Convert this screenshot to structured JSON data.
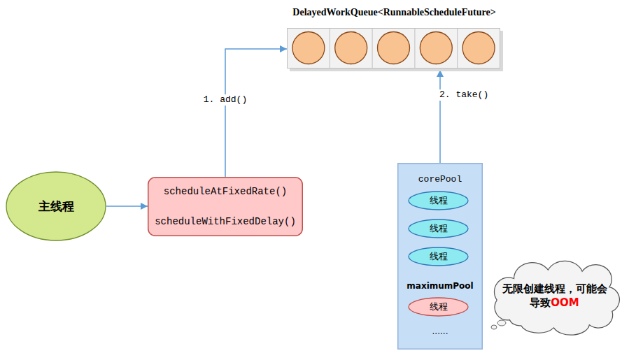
{
  "diagram": {
    "nodes": [
      {
        "text": [
          "DelayedWorkQueue<RunnableScheduleFuture>"
        ]
      },
      {
        "text": [
          "主线程"
        ]
      },
      {
        "text": [
          "scheduleAtFixedRate()",
          "scheduleWithFixedDelay()"
        ]
      },
      {
        "text": [
          "corePool",
          "maximumPool",
          "......"
        ]
      },
      {
        "text": [
          "线程"
        ],
        "in": 3
      },
      {
        "text": [
          "线程"
        ],
        "in": 3
      },
      {
        "text": [
          "线程"
        ],
        "in": 3
      },
      {
        "text": [
          "线程"
        ],
        "in": 3
      },
      {
        "text": [
          "无限创建线程，可能会导致",
          "OOM"
        ]
      }
    ],
    "edges": [
      {
        "from": 1,
        "to": 2,
        "arrow": "to"
      },
      {
        "from": 2,
        "to": 0,
        "label": "1. add()",
        "arrow": "to"
      },
      {
        "from": 3,
        "to": 0,
        "label": "2. take()",
        "arrow": "to"
      }
    ]
  }
}
